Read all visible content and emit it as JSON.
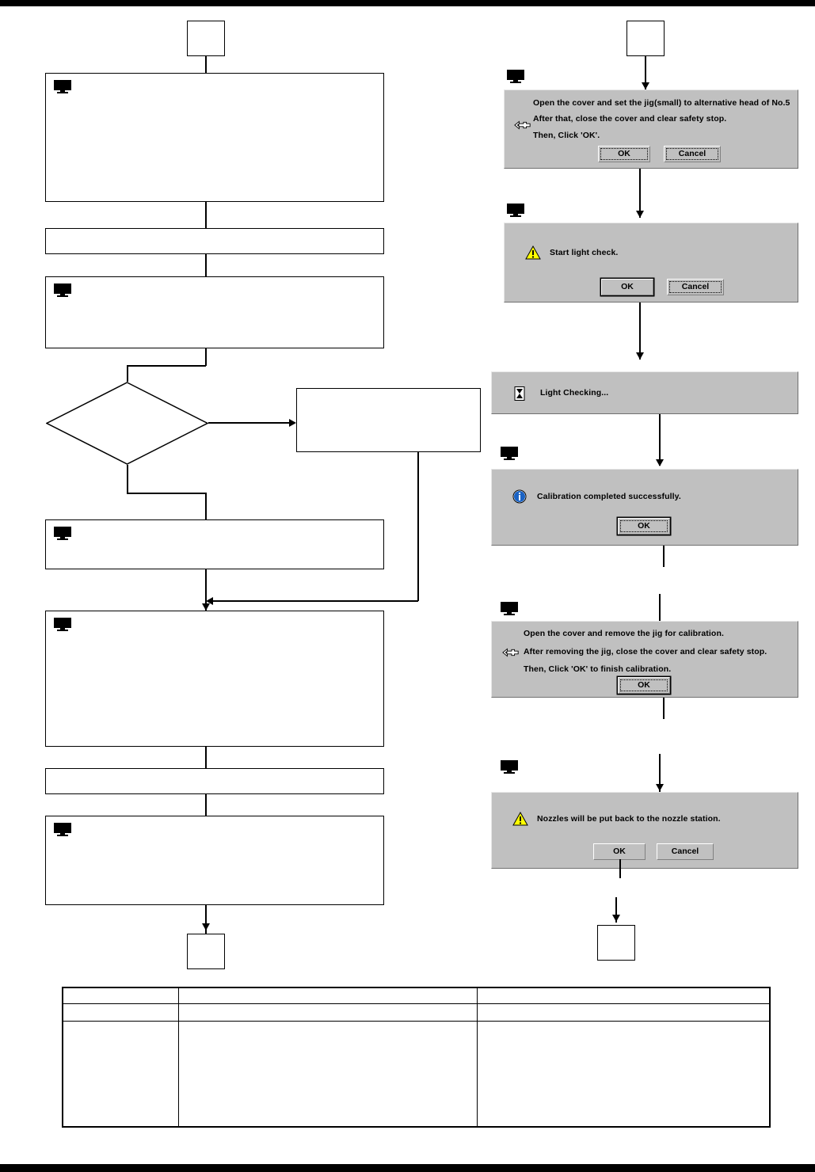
{
  "page": {
    "top_bar": "",
    "bottom_bar": ""
  },
  "flow_left": {
    "start_terminator": "",
    "steps": [
      {
        "name": "step-1",
        "text": ""
      },
      {
        "name": "step-2",
        "text": ""
      },
      {
        "name": "step-3",
        "text": ""
      },
      {
        "name": "decision",
        "text": ""
      },
      {
        "name": "branch-box",
        "text": ""
      },
      {
        "name": "step-4",
        "text": ""
      },
      {
        "name": "step-5",
        "text": ""
      },
      {
        "name": "step-6",
        "text": ""
      },
      {
        "name": "step-7",
        "text": ""
      }
    ],
    "end_terminator": ""
  },
  "flow_right": {
    "start_terminator": "",
    "end_terminator": ""
  },
  "dialogs": [
    {
      "id": "dialog-set-jig",
      "icon": "pointing-hand-icon",
      "lines": [
        "Open the cover and set the jig(small) to alternative head of No.5",
        "After that, close the cover and clear safety stop.",
        "Then, Click 'OK'."
      ],
      "buttons": [
        {
          "label": "OK",
          "state": "focused"
        },
        {
          "label": "Cancel",
          "state": "focused"
        }
      ]
    },
    {
      "id": "dialog-start-light-check",
      "icon": "warning-icon",
      "lines": [
        "Start light check."
      ],
      "buttons": [
        {
          "label": "OK",
          "state": "default"
        },
        {
          "label": "Cancel",
          "state": "focused"
        }
      ]
    },
    {
      "id": "dialog-light-checking",
      "icon": "hourglass-icon",
      "lines": [
        "Light Checking..."
      ],
      "buttons": []
    },
    {
      "id": "dialog-calibration-complete",
      "icon": "information-icon",
      "lines": [
        "Calibration completed successfully."
      ],
      "buttons": [
        {
          "label": "OK",
          "state": "default-focused"
        }
      ]
    },
    {
      "id": "dialog-remove-jig",
      "icon": "pointing-hand-icon",
      "lines": [
        "Open the cover and remove the jig for calibration.",
        "After removing the jig, close the cover and clear safety stop.",
        "Then, Click 'OK' to finish calibration."
      ],
      "buttons": [
        {
          "label": "OK",
          "state": "default-focused"
        }
      ]
    },
    {
      "id": "dialog-nozzles-back",
      "icon": "warning-icon",
      "lines": [
        "Nozzles will be put back to the nozzle station."
      ],
      "buttons": [
        {
          "label": "OK",
          "state": "normal"
        },
        {
          "label": "Cancel",
          "state": "normal"
        }
      ]
    }
  ],
  "bottom_table": {
    "rows": [
      [
        "",
        "",
        ""
      ],
      [
        "",
        "",
        ""
      ],
      [
        "",
        "",
        ""
      ]
    ]
  }
}
